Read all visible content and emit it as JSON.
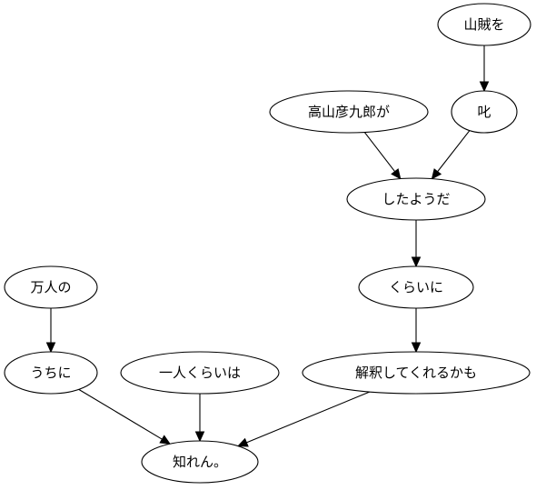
{
  "nodes": [
    {
      "id": "sanzoku",
      "label": "山賊を"
    },
    {
      "id": "shikaru",
      "label": "叱"
    },
    {
      "id": "takayama",
      "label": "高山彦九郎が"
    },
    {
      "id": "shitayouda",
      "label": "したようだ"
    },
    {
      "id": "kuraini",
      "label": "くらいに"
    },
    {
      "id": "kaishaku",
      "label": "解釈してくれるかも"
    },
    {
      "id": "mannin",
      "label": "万人の"
    },
    {
      "id": "uchini",
      "label": "うちに"
    },
    {
      "id": "hitori",
      "label": "一人くらいは"
    },
    {
      "id": "shirenn",
      "label": "知れん。"
    }
  ],
  "edges": [
    {
      "from": "sanzoku",
      "to": "shikaru"
    },
    {
      "from": "takayama",
      "to": "shitayouda"
    },
    {
      "from": "shikaru",
      "to": "shitayouda"
    },
    {
      "from": "shitayouda",
      "to": "kuraini"
    },
    {
      "from": "kuraini",
      "to": "kaishaku"
    },
    {
      "from": "mannin",
      "to": "uchini"
    },
    {
      "from": "uchini",
      "to": "shirenn"
    },
    {
      "from": "hitori",
      "to": "shirenn"
    },
    {
      "from": "kaishaku",
      "to": "shirenn"
    }
  ]
}
